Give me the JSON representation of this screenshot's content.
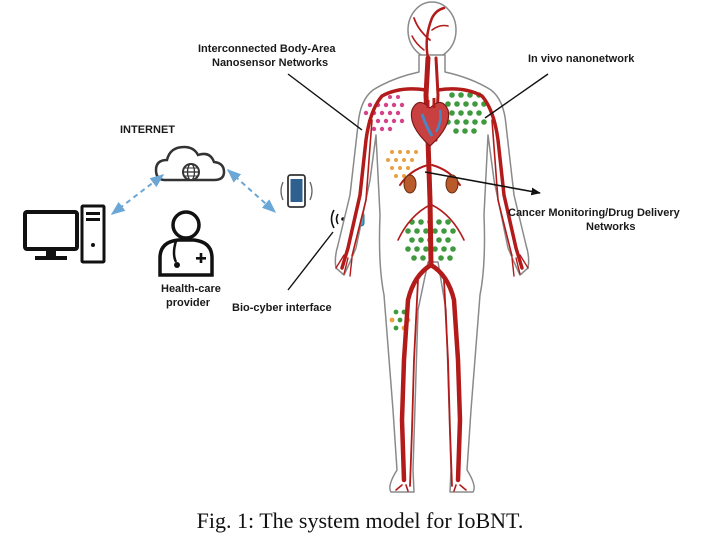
{
  "labels": {
    "internet": "INTERNET",
    "body_area_line1": "Interconnected Body-Area",
    "body_area_line2": "Nanosensor Networks",
    "in_vivo": "In vivo nanonetwork",
    "cancer_line1": "Cancer Monitoring/Drug Delivery",
    "cancer_line2": "Networks",
    "provider_line1": "Health-care",
    "provider_line2": "provider",
    "bio_cyber": "Bio-cyber interface"
  },
  "caption": "Fig. 1: The system model for IoBNT.",
  "icons": [
    "computer-icon",
    "cloud-globe-icon",
    "smartphone-icon",
    "doctor-icon",
    "wireless-signal-icon",
    "wristband-icon",
    "heart-icon",
    "kidney-icon"
  ],
  "colors": {
    "vessel": "#b31b1b",
    "body_outline": "#8a8a8a",
    "link_dashed": "#6aa6d6",
    "dots_pink": "#d4428a",
    "dots_green": "#3f9a3f",
    "dots_orange": "#e8a040",
    "wristband": "#3aa9c9"
  }
}
